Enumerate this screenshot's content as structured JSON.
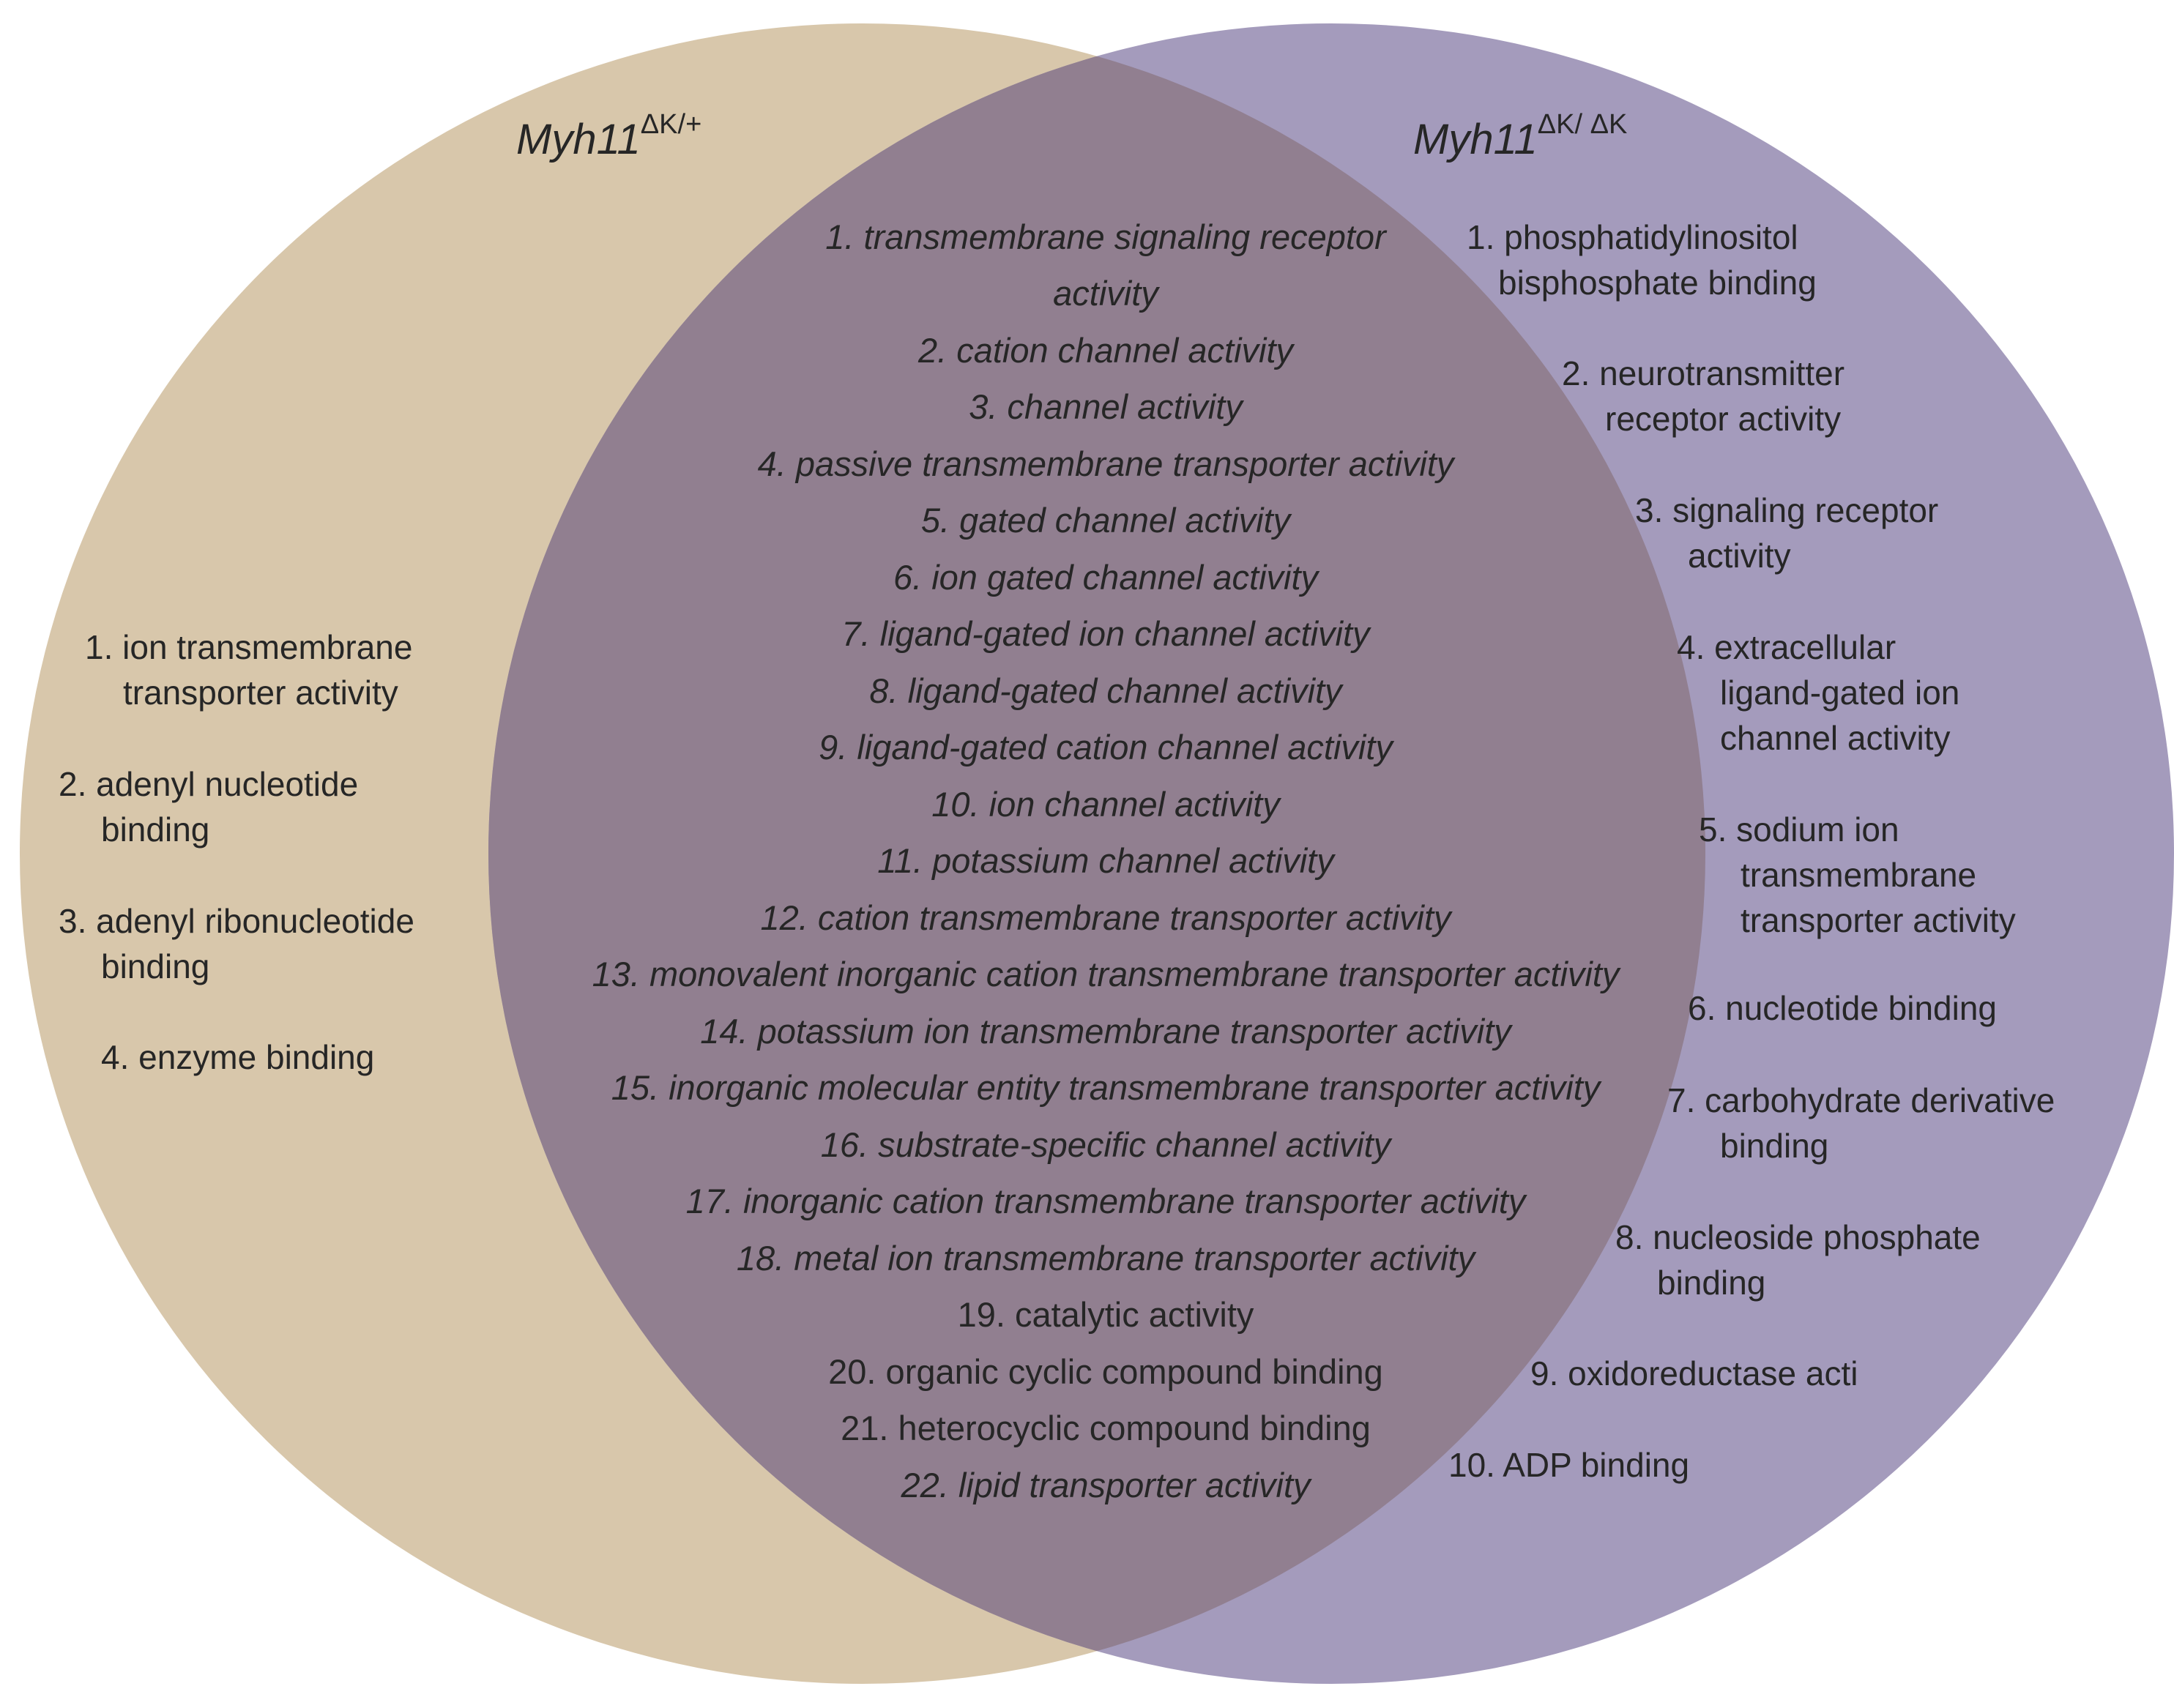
{
  "colors": {
    "left_set": "#d8c7ab",
    "right_set": "#a49bbc",
    "overlap": "#917f90",
    "text": "#262626"
  },
  "sets": {
    "left": {
      "title_main": "Myh11",
      "title_sup": "ΔK/+"
    },
    "right": {
      "title_main": "Myh11",
      "title_sup": "ΔK/ ΔK"
    }
  },
  "left_only": [
    [
      "1. ion transmembrane",
      "transporter activity"
    ],
    [
      "2. adenyl nucleotide",
      "binding"
    ],
    [
      "3. adenyl ribonucleotide",
      "binding"
    ],
    [
      "4. enzyme binding"
    ]
  ],
  "shared": [
    [
      "1. transmembrane signaling receptor",
      "activity"
    ],
    [
      "2. cation channel activity"
    ],
    [
      "3. channel activity"
    ],
    [
      "4. passive transmembrane transporter activity"
    ],
    [
      "5. gated channel activity"
    ],
    [
      "6. ion gated channel activity"
    ],
    [
      "7. ligand-gated ion channel activity"
    ],
    [
      "8. ligand-gated channel activity"
    ],
    [
      "9. ligand-gated cation channel activity"
    ],
    [
      "10. ion channel activity"
    ],
    [
      "11. potassium channel activity"
    ],
    [
      "12. cation transmembrane transporter activity"
    ],
    [
      "13. monovalent inorganic cation transmembrane transporter activity"
    ],
    [
      "14. potassium ion transmembrane transporter activity"
    ],
    [
      "15. inorganic molecular entity transmembrane transporter activity"
    ],
    [
      "16. substrate-specific channel activity"
    ],
    [
      "17. inorganic cation transmembrane transporter activity"
    ],
    [
      "18. metal ion transmembrane transporter activity"
    ],
    [
      "19. catalytic activity"
    ],
    [
      "20. organic cyclic compound binding"
    ],
    [
      "21. heterocyclic compound binding"
    ],
    [
      "22. lipid transporter activity"
    ]
  ],
  "shared_italic": [
    true,
    true,
    true,
    true,
    true,
    true,
    true,
    true,
    true,
    true,
    true,
    true,
    true,
    true,
    true,
    true,
    true,
    true,
    false,
    false,
    false,
    true
  ],
  "right_only": [
    [
      "1. phosphatidylinositol",
      "bisphosphate binding"
    ],
    [
      "2. neurotransmitter",
      "receptor activity"
    ],
    [
      "3.  signaling receptor",
      "activity"
    ],
    [
      "4. extracellular",
      "ligand-gated ion",
      "channel activity"
    ],
    [
      "5. sodium ion",
      "transmembrane",
      "transporter activity"
    ],
    [
      "6. nucleotide binding"
    ],
    [
      "7. carbohydrate derivative",
      "binding"
    ],
    [
      "8. nucleoside phosphate",
      "binding"
    ],
    [
      "9. oxidoreductase acti"
    ],
    [
      "10. ADP binding"
    ]
  ]
}
